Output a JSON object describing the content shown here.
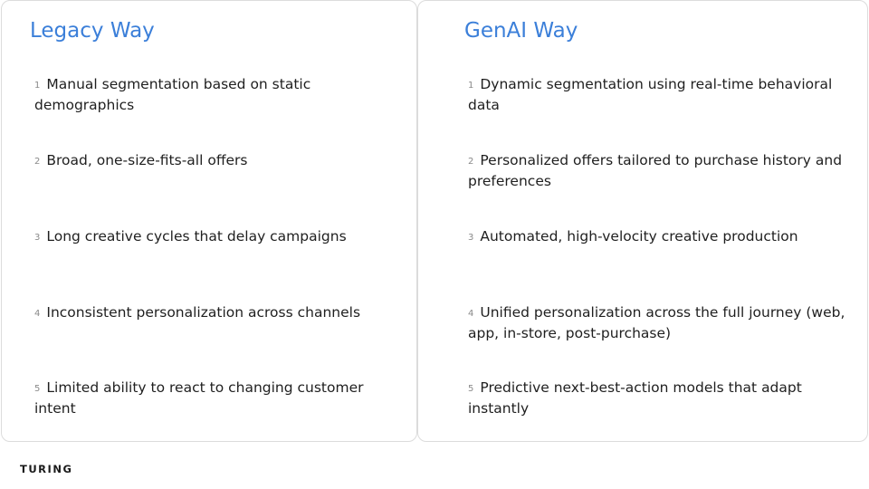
{
  "legacy": {
    "title": "Legacy Way",
    "items": [
      {
        "num": "1",
        "text": "Manual segmentation based on static demographics"
      },
      {
        "num": "2",
        "text": "Broad, one-size-fits-all offers"
      },
      {
        "num": "3",
        "text": "Long creative cycles that delay campaigns"
      },
      {
        "num": "4",
        "text": "Inconsistent personalization across channels"
      },
      {
        "num": "5",
        "text": "Limited ability to react to changing customer intent"
      }
    ]
  },
  "genai": {
    "title": "GenAI Way",
    "items": [
      {
        "num": "1",
        "text": "Dynamic segmentation using real-time behavioral data"
      },
      {
        "num": "2",
        "text": "Personalized offers tailored to purchase history and preferences"
      },
      {
        "num": "3",
        "text": "Automated, high-velocity creative production"
      },
      {
        "num": "4",
        "text": "Unified personalization across the full journey (web, app, in-store, post-purchase)"
      },
      {
        "num": "5",
        "text": "Predictive next-best-action models that adapt instantly"
      }
    ]
  },
  "footer": {
    "logo": "TURING"
  }
}
